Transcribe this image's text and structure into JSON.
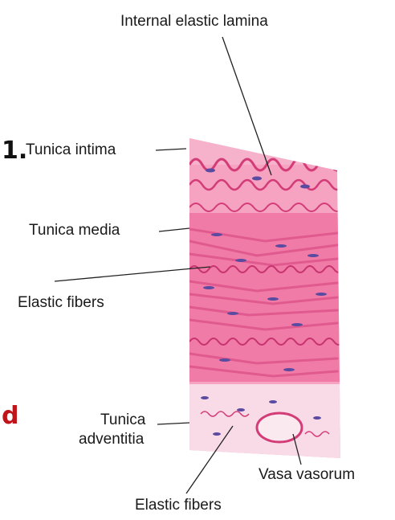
{
  "labels": {
    "internal_elastic_lamina": "Internal elastic lamina",
    "tunica_intima": "Tunica intima",
    "tunica_media": "Tunica media",
    "elastic_fibers_left": "Elastic fibers",
    "tunica_adventitia_1": "Tunica",
    "tunica_adventitia_2": "adventitia",
    "vasa_vasorum": "Vasa vasorum",
    "elastic_fibers_bottom": "Elastic fibers"
  },
  "fragments": {
    "left_char": "1.",
    "red_char": "d"
  },
  "colors": {
    "tissue_pink": "#f07ba6",
    "fiber_dark": "#d43c78",
    "nucleus": "#5a4aa0",
    "adventitia_bg": "#f8dbe7",
    "red_fragment": "#c0141b"
  }
}
